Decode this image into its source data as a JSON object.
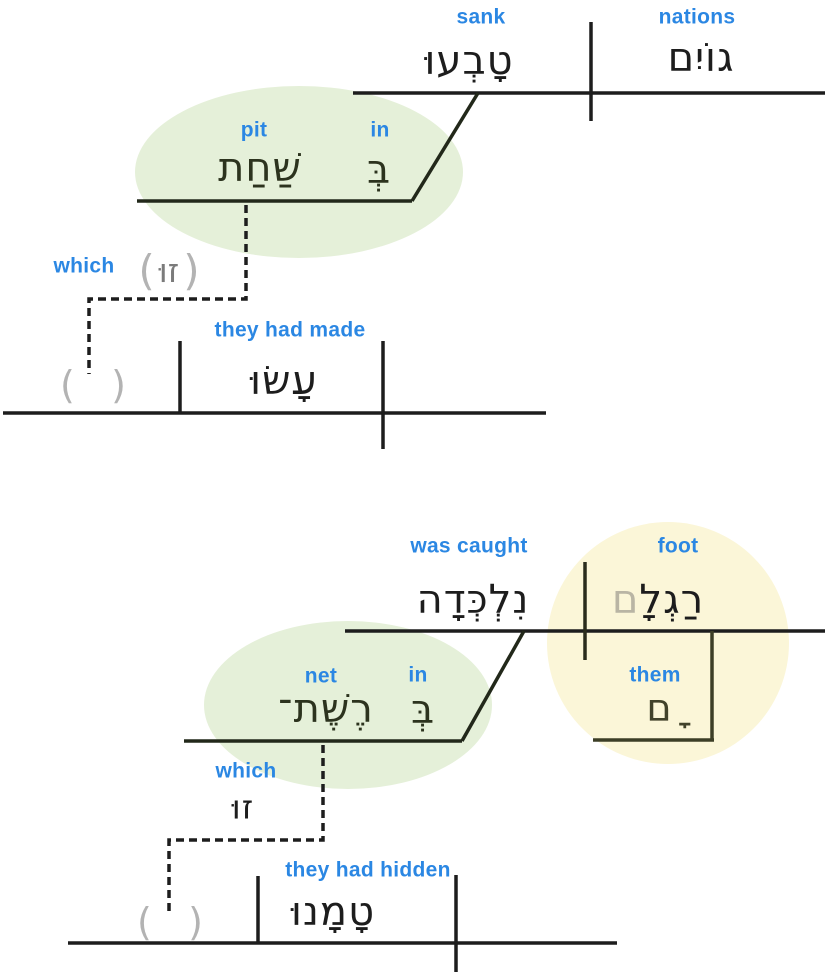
{
  "colors": {
    "label_blue": "#2b87e3",
    "line_dark": "#1d1d1d",
    "highlight_green": "#e5f0d9",
    "highlight_yellow": "#fbf6d8",
    "pronoun_gray": "#7b7b7b",
    "paren_gray": "#b3b3b3",
    "suffix_gray": "#b9b5a4"
  },
  "diagram1": {
    "predicate": {
      "gloss": "sank",
      "hebrew": "טָבְעוּ"
    },
    "subject": {
      "gloss": "nations",
      "hebrew": "גוֹיִם"
    },
    "prep_phrase": {
      "object_gloss": "pit",
      "object_hebrew": "שַׁחַת",
      "prep_gloss": "in",
      "prep_hebrew": "בְּ"
    },
    "relative_pronoun": {
      "gloss": "which",
      "open_paren": "(",
      "hebrew": "זוּ",
      "close_paren": ")"
    },
    "relative_clause": {
      "placeholder": "(   )",
      "predicate_gloss": "they had made",
      "predicate_hebrew": "עָשׂוּ"
    }
  },
  "diagram2": {
    "predicate": {
      "gloss": "was caught",
      "hebrew": "נִלְכְּדָה"
    },
    "subject": {
      "gloss": "foot",
      "hebrew_stem": "רַגְלָ",
      "hebrew_suffix": "ם"
    },
    "suffix_pronoun": {
      "gloss": "them",
      "hebrew": " ָם"
    },
    "prep_phrase": {
      "object_gloss": "net",
      "object_hebrew": "רֶשֶׁת־",
      "prep_gloss": "in",
      "prep_hebrew": "בְּ"
    },
    "relative_pronoun": {
      "gloss": "which",
      "hebrew": "זוּ"
    },
    "relative_clause": {
      "placeholder": "(   )",
      "predicate_gloss": "they had hidden",
      "predicate_hebrew": "טָמָנוּ"
    }
  }
}
